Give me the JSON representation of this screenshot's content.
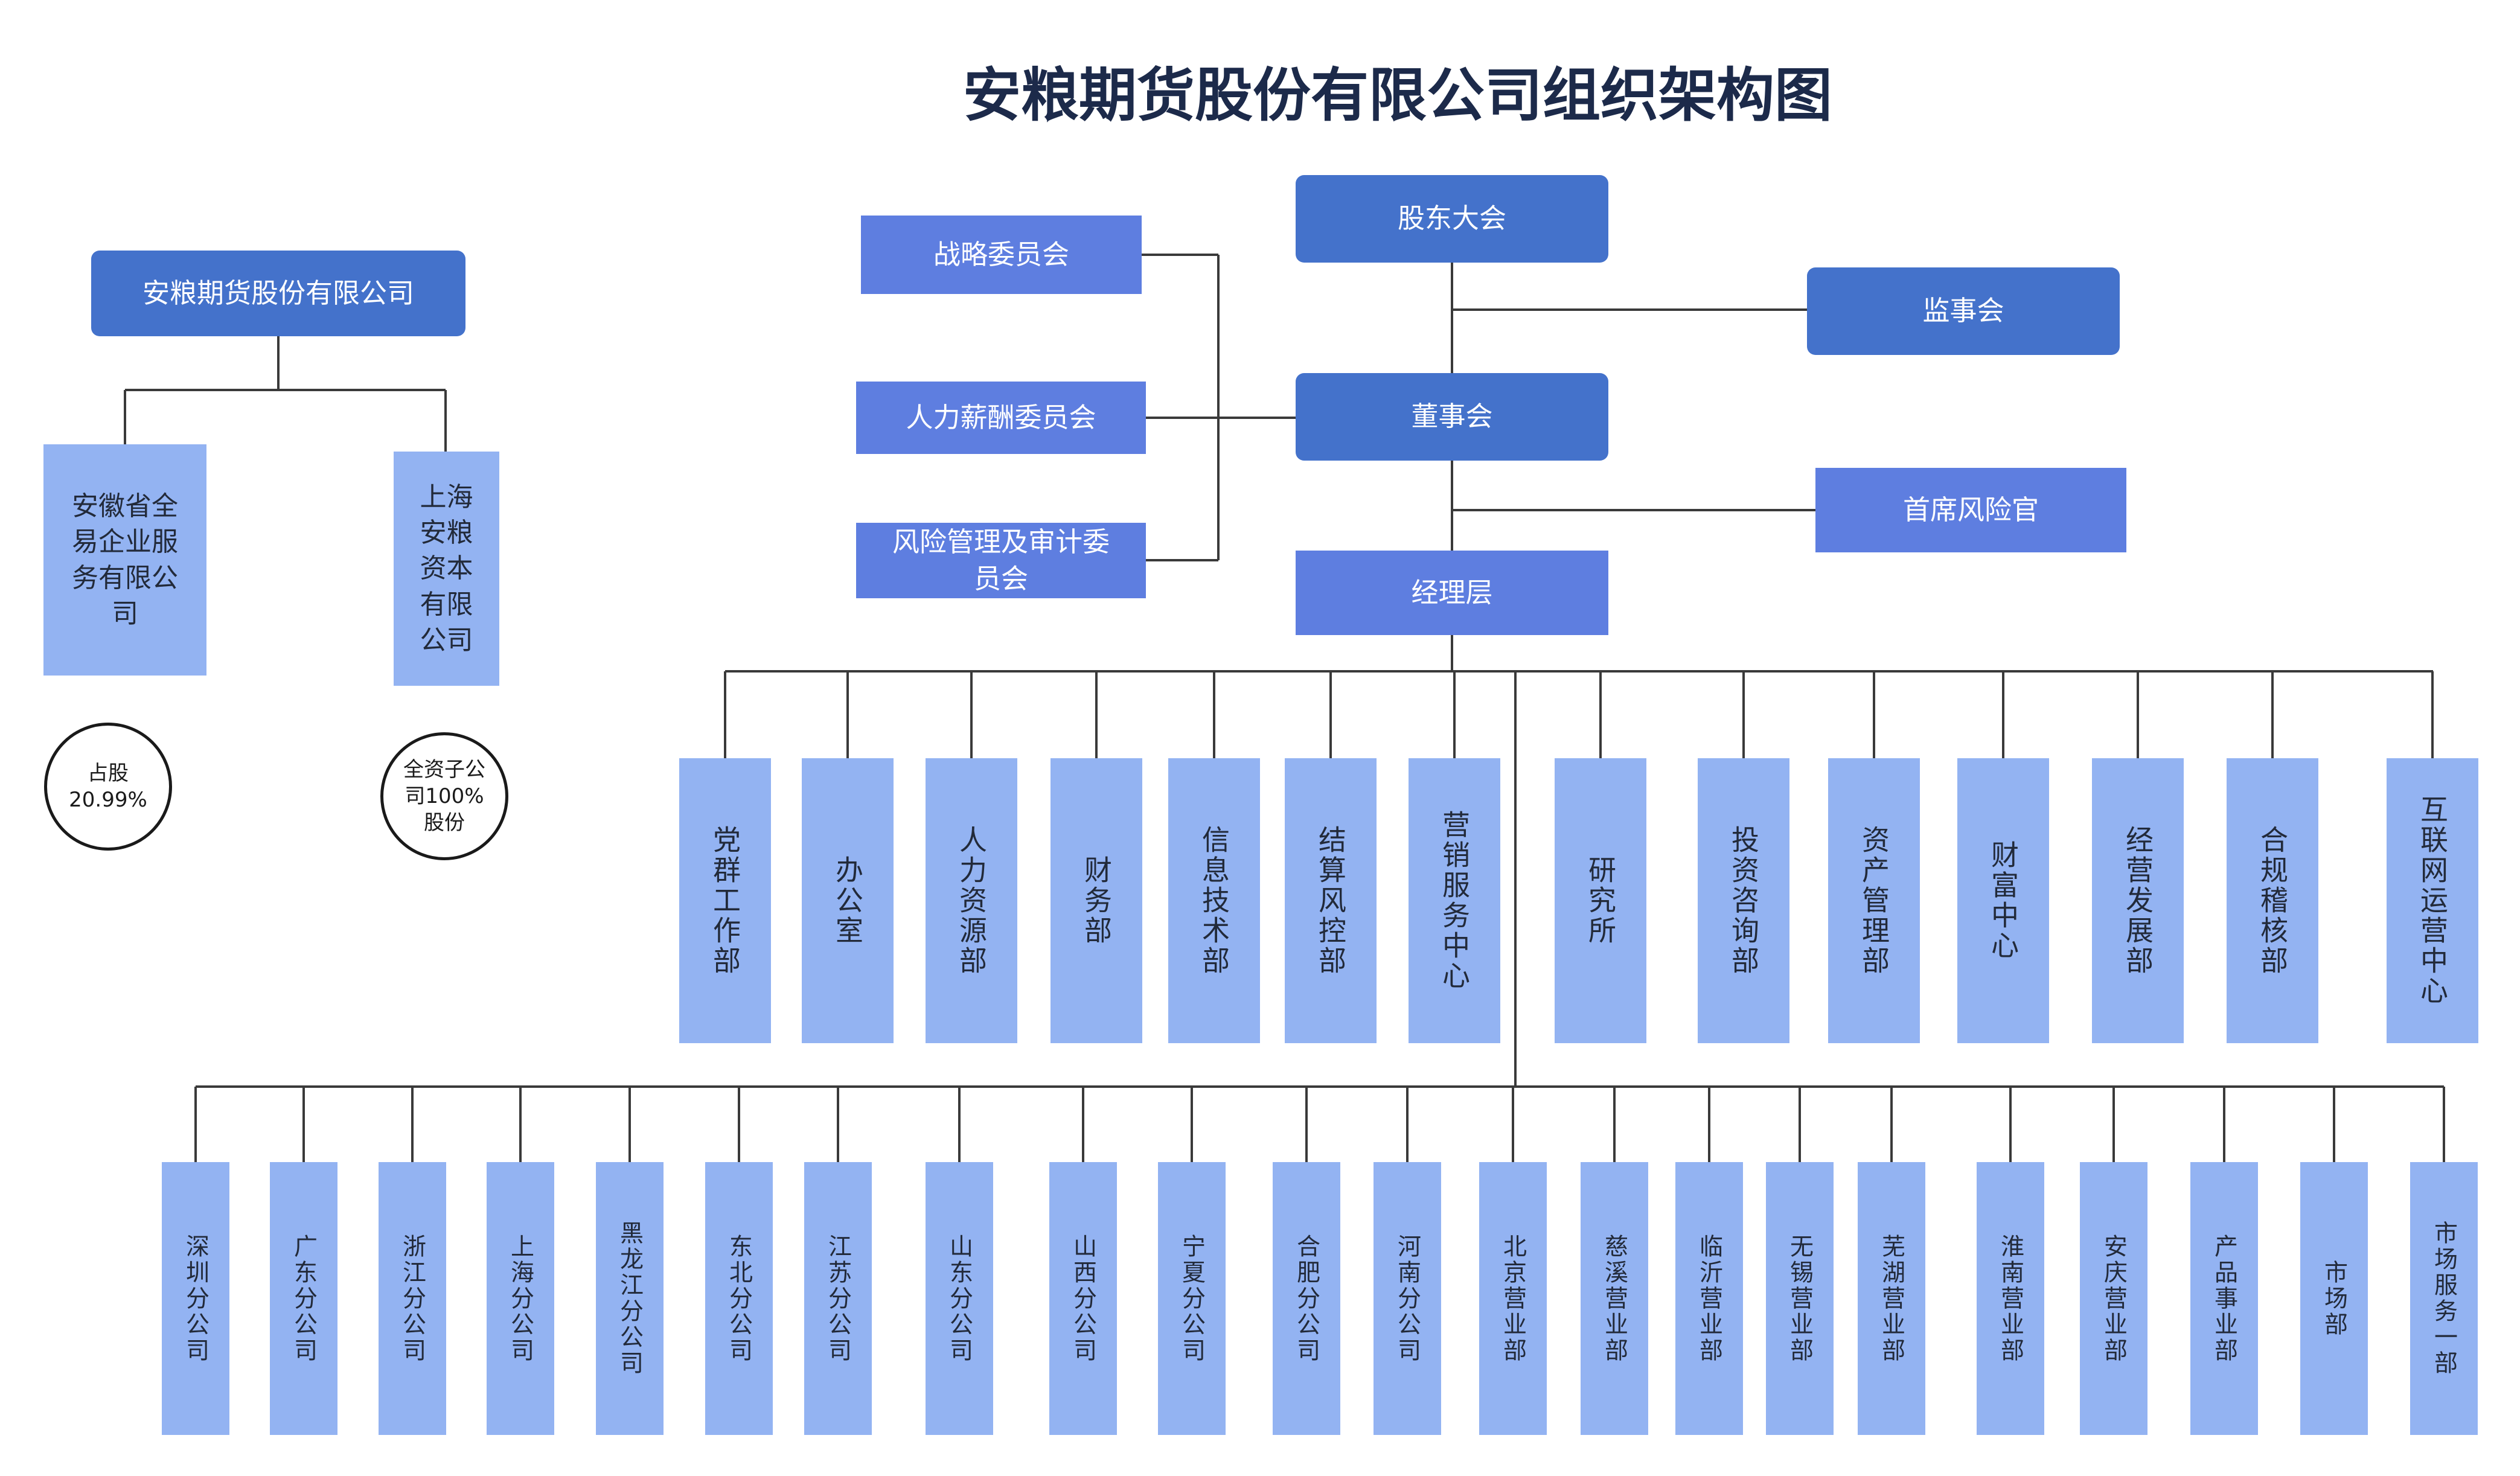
{
  "title": "安粮期货股份有限公司组织架构图",
  "left": {
    "parent": "安粮期货股份有限公司",
    "children": [
      {
        "name": "安徽省全易企业服务有限公司",
        "note": "占股20.99%"
      },
      {
        "name": "上海安粮资本有限公司",
        "note": "全资子公司100%股份"
      }
    ]
  },
  "top": {
    "shareholders": "股东大会",
    "supervisors": "监事会",
    "board": "董事会",
    "cro": "首席风险官",
    "management": "经理层",
    "committees": [
      "战略委员会",
      "人力薪酬委员会",
      "风险管理及审计委员会"
    ]
  },
  "departments": [
    "党群工作部",
    "办公室",
    "人力资源部",
    "财务部",
    "信息技术部",
    "结算风控部",
    "营销服务中心",
    "研究所",
    "投资咨询部",
    "资产管理部",
    "财富中心",
    "经营发展部",
    "合规稽核部",
    "互联网运营中心"
  ],
  "branches": [
    "深圳分公司",
    "广东分公司",
    "浙江分公司",
    "上海分公司",
    "黑龙江分公司",
    "东北分公司",
    "江苏分公司",
    "山东分公司",
    "山西分公司",
    "宁夏分公司",
    "合肥分公司",
    "河南分公司",
    "北京营业部",
    "慈溪营业部",
    "临沂营业部",
    "无锡营业部",
    "芜湖营业部",
    "淮南营业部",
    "安庆营业部",
    "产品事业部",
    "市场部",
    "市场服务一部"
  ],
  "colors": {
    "dark": "#4472cb",
    "medium": "#5e7ee0",
    "light": "#93b3f2",
    "title": "#1c2a4a"
  }
}
